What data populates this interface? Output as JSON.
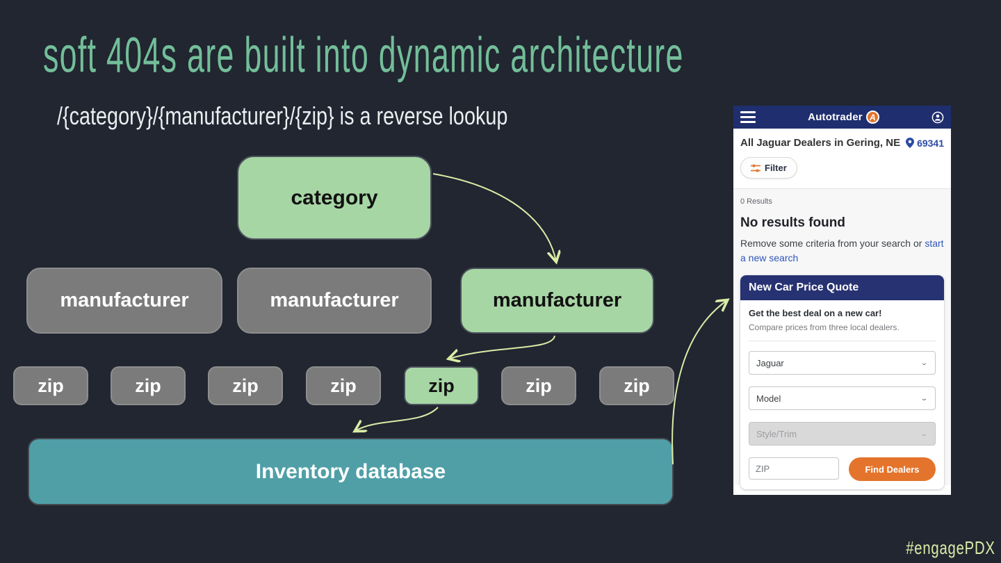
{
  "slide": {
    "title": "soft 404s are built into dynamic architecture",
    "subtitle": "/{category}/{manufacturer}/{zip} is a reverse lookup",
    "hashtag": "#engagePDX",
    "colors": {
      "background": "#212631",
      "title_green": "#73be99",
      "arrow_green": "#d9eda6",
      "box_green": "#a7d6a5",
      "box_gray": "#7b7b7b",
      "box_teal": "#509fa7"
    }
  },
  "diagram": {
    "category_label": "category",
    "manufacturer_labels": [
      "manufacturer",
      "manufacturer",
      "manufacturer"
    ],
    "zip_labels": [
      "zip",
      "zip",
      "zip",
      "zip",
      "zip",
      "zip",
      "zip"
    ],
    "database_label": "Inventory database"
  },
  "app": {
    "brand": "Autotrader",
    "logo_letter": "A",
    "heading": "All Jaguar Dealers in Gering, NE",
    "zip_badge": "69341",
    "filter_label": "Filter",
    "results_count": "0 Results",
    "no_results_title": "No results found",
    "no_results_body": "Remove some criteria from your search or ",
    "no_results_link": "start a new search",
    "quote": {
      "title": "New Car Price Quote",
      "heading": "Get the best deal on a new car!",
      "subheading": "Compare prices from three local dealers.",
      "make_value": "Jaguar",
      "model_value": "Model",
      "style_value": "Style/Trim",
      "zip_placeholder": "ZIP",
      "find_dealers_label": "Find Dealers",
      "accent_orange": "#e4742c",
      "header_navy": "#273272"
    }
  }
}
